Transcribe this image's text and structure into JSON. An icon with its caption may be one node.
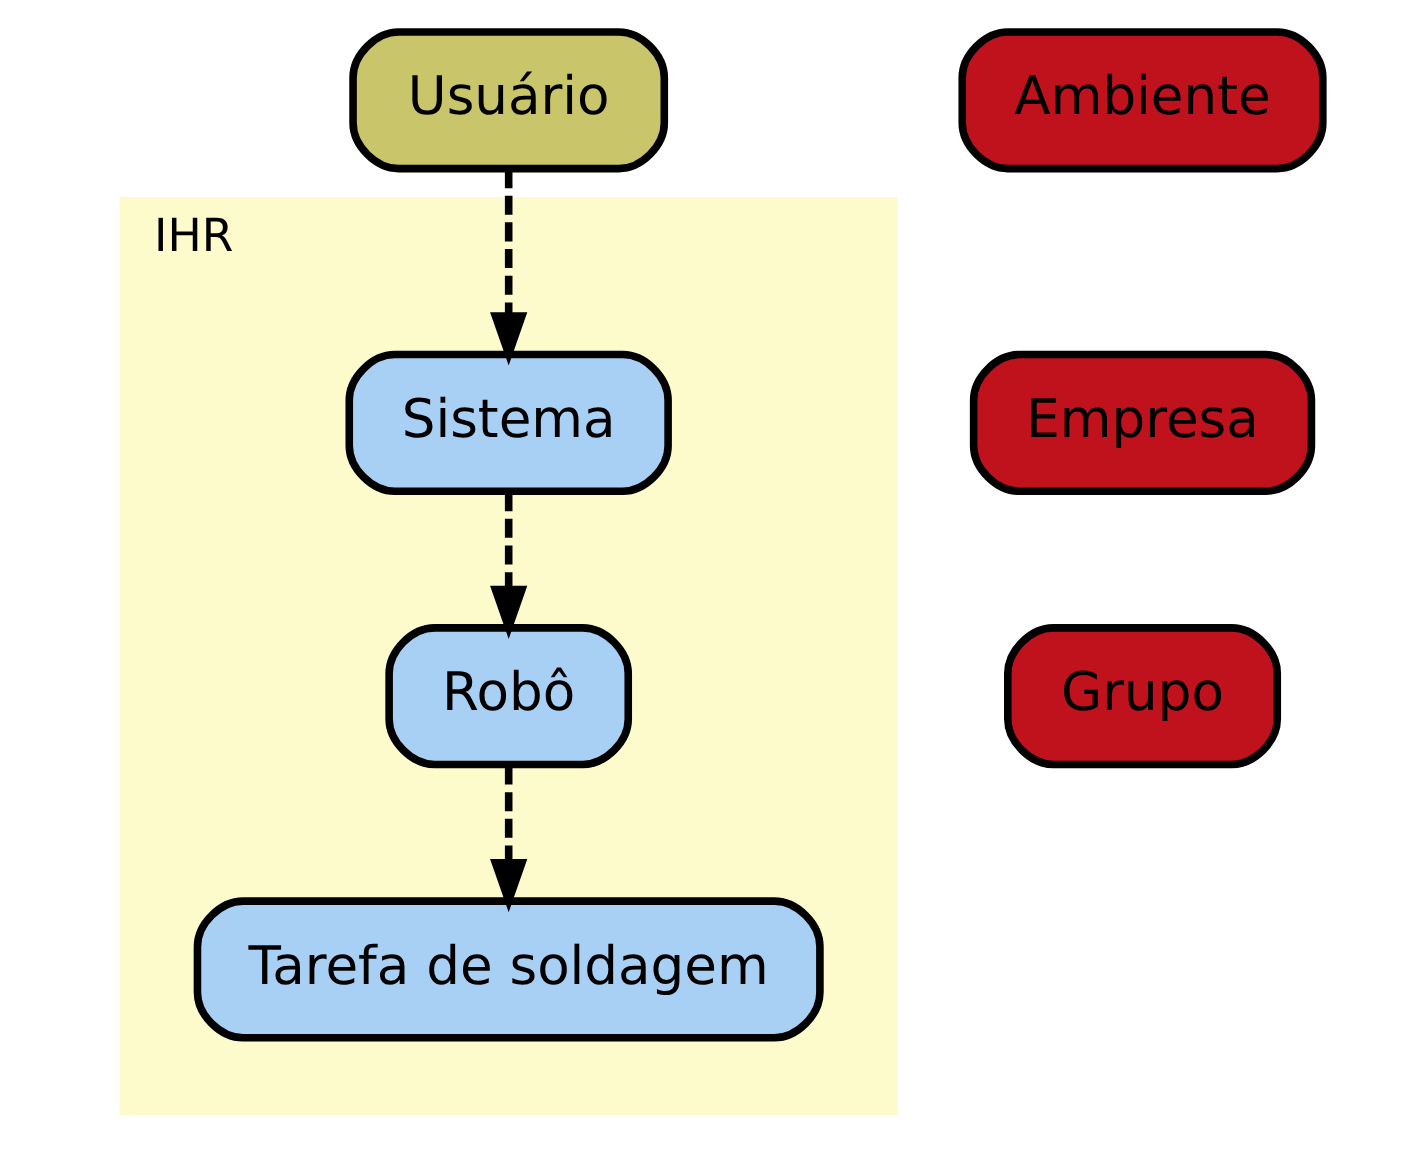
{
  "diagram": {
    "nodes": [
      {
        "text": [
          "Usuário"
        ]
      },
      {
        "text": [
          "IHR"
        ]
      },
      {
        "text": [
          "Sistema"
        ],
        "in": 1
      },
      {
        "text": [
          "Robô"
        ],
        "in": 1
      },
      {
        "text": [
          "Tarefa de soldagem"
        ],
        "in": 1
      },
      {
        "text": [
          "Ambiente"
        ]
      },
      {
        "text": [
          "Empresa"
        ]
      },
      {
        "text": [
          "Grupo"
        ]
      }
    ],
    "edges": [
      {
        "from": 0,
        "to": 2,
        "arrow": "to",
        "style": "dashed"
      },
      {
        "from": 2,
        "to": 3,
        "arrow": "to",
        "style": "dashed"
      },
      {
        "from": 3,
        "to": 4,
        "arrow": "to",
        "style": "dashed"
      }
    ]
  }
}
